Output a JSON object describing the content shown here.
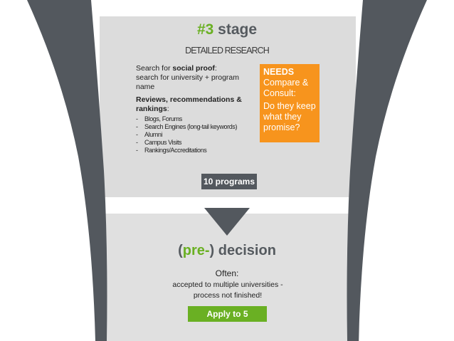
{
  "stage": {
    "number": "#3",
    "word": "stage",
    "subtitle": "DETAILED RESEARCH"
  },
  "search": {
    "prefix": "Search for ",
    "bold": "social proof",
    "suffix": ":",
    "line": "search for university + program name"
  },
  "reviews": {
    "bold": "Reviews, recommendations & rankings",
    "suffix": ":"
  },
  "reviews_items": [
    "Blogs, Forums",
    "Search Engines (long-tail keywords)",
    "Alumni",
    "Campus Visits",
    "Rankings/Accreditations"
  ],
  "needs": {
    "heading": "NEEDS",
    "text": "Compare & Consult:",
    "question": "Do they keep what they promise?"
  },
  "programs_label": "10 programs",
  "decision": {
    "pre": "pre-",
    "open": "(",
    "close": ")",
    "word": " decision"
  },
  "often": "Often:",
  "accepted": "accepted to multiple universities - process not finished!",
  "apply_label": "Apply to 5",
  "colors": {
    "funnel_dark": "#53585e",
    "panel_light": "#dcdcdc",
    "accent_green": "#6ab023",
    "needs_orange": "#f7941d"
  }
}
